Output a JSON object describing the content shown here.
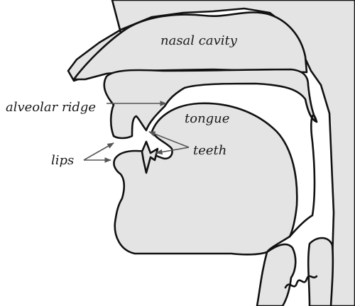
{
  "diagram": {
    "labels": {
      "nasal_cavity": "nasal cavity",
      "alveolar_ridge": "alveolar ridge",
      "tongue": "tongue",
      "teeth": "teeth",
      "lips": "lips"
    },
    "colors": {
      "fill": "#e4e4e4",
      "outline": "#111111",
      "arrow": "#555555",
      "background": "#ffffff"
    }
  }
}
